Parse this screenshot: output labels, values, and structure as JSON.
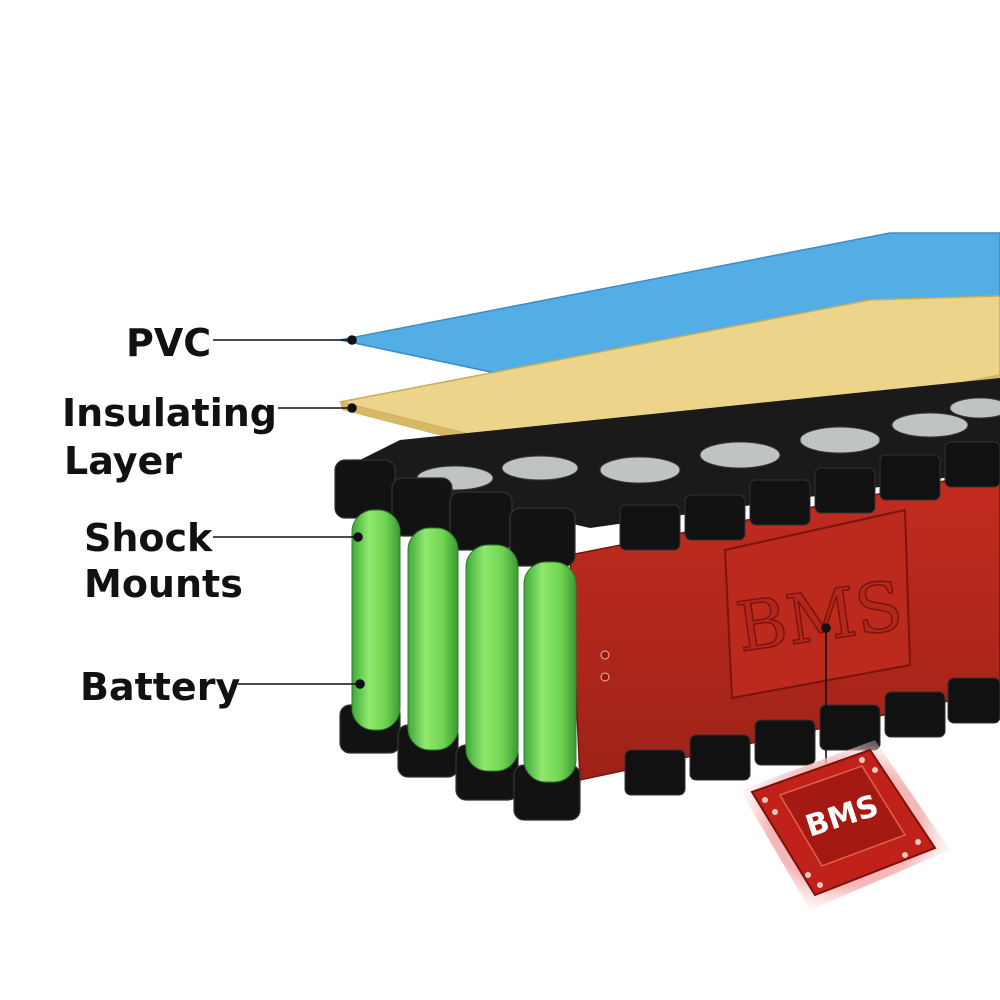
{
  "labels": {
    "pvc": "PVC",
    "insulating_line1": "Insulating",
    "insulating_line2": "Layer",
    "shock_line1": "Shock",
    "shock_line2": "Mounts",
    "battery": "Battery"
  },
  "bms": {
    "panel_text": "BMS",
    "chip_text": "BMS"
  },
  "colors": {
    "pvc": "#54aee6",
    "insulating": "#ecd58a",
    "holder": "#111111",
    "cell": "#74dc5a",
    "bms_board": "#b3271c",
    "chip": "#c0221a"
  }
}
